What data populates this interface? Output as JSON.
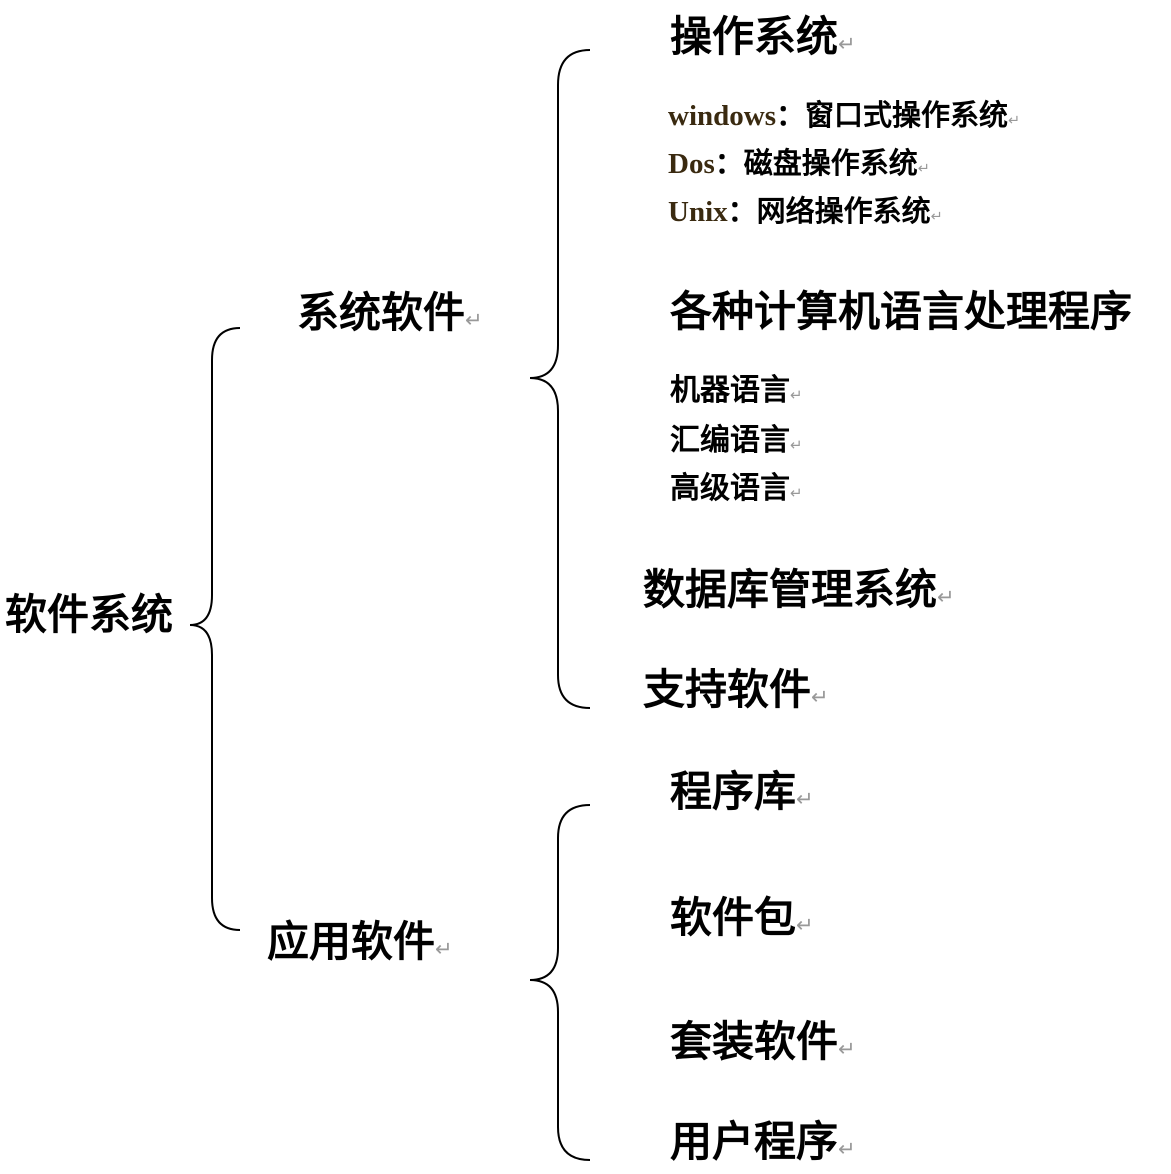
{
  "root": "软件系统",
  "return_mark": "↵",
  "system_software": {
    "label": "系统软件",
    "os": {
      "label": "操作系统",
      "items": [
        {
          "name": "windows",
          "sep": "：",
          "desc": "窗口式操作系统"
        },
        {
          "name": "Dos",
          "sep": "：",
          "desc": "磁盘操作系统"
        },
        {
          "name": "Unix",
          "sep": "：",
          "desc": "网络操作系统"
        }
      ]
    },
    "lang": {
      "label": "各种计算机语言处理程序",
      "items": [
        "机器语言",
        "汇编语言",
        "高级语言"
      ]
    },
    "dbms": "数据库管理系统",
    "support": "支持软件"
  },
  "application_software": {
    "label": "应用软件",
    "items": [
      "程序库",
      "软件包",
      "套装软件",
      "用户程序"
    ]
  }
}
